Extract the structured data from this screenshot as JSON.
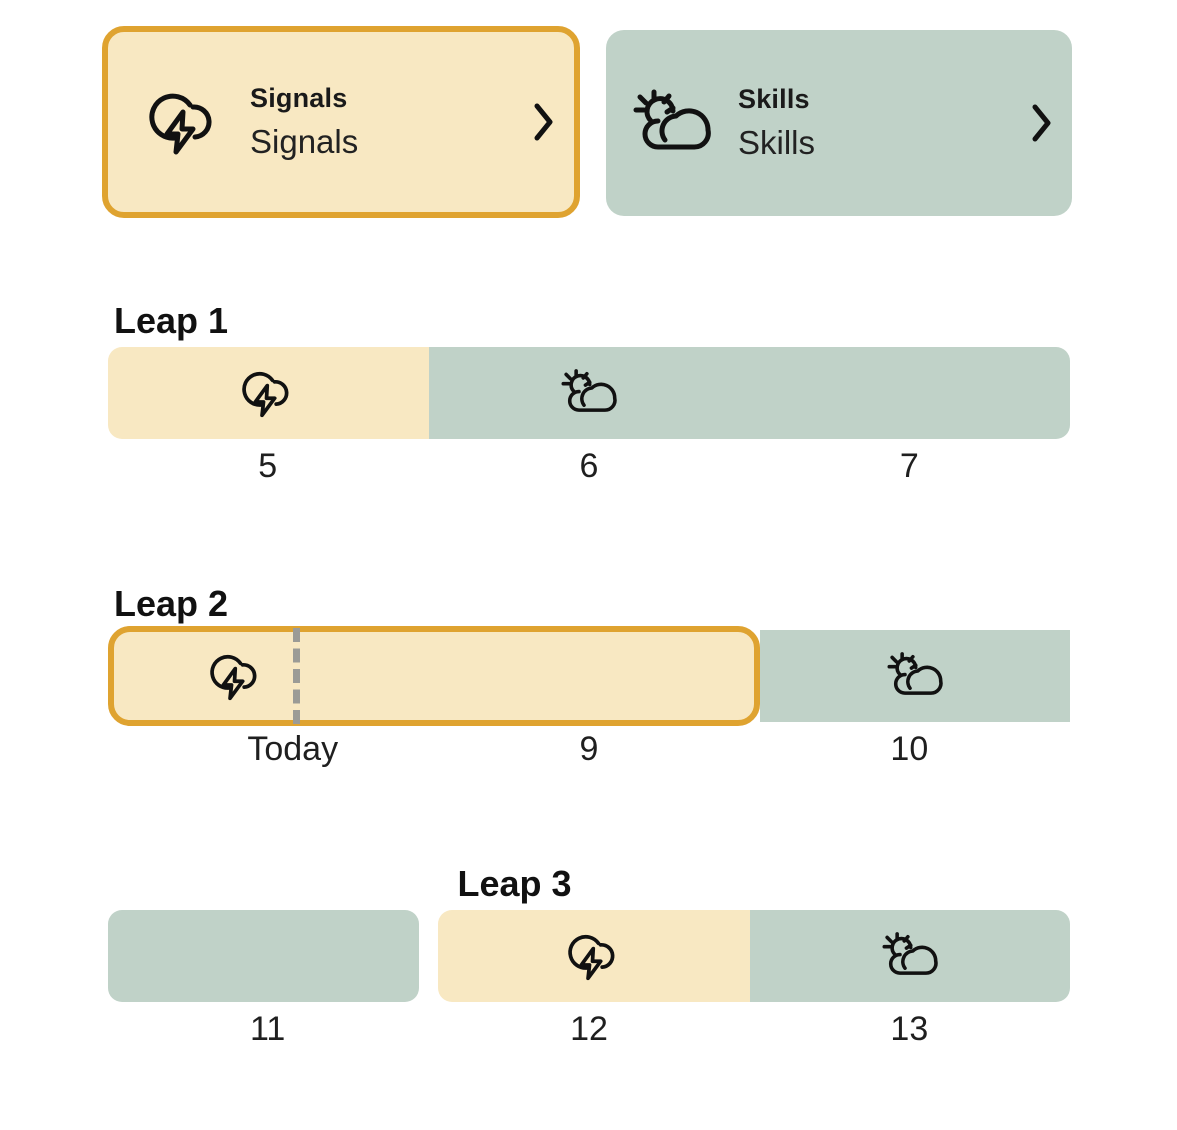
{
  "theme": {
    "yellow": "#F8E8C2",
    "green": "#C0D2C8",
    "orange_border": "#DFA330",
    "marker_gray": "#9B9B96",
    "text": "#1A1A1A",
    "background": "#FFFFFF"
  },
  "cards": [
    {
      "id": "signals",
      "title": "Signals",
      "subtitle": "Signals",
      "icon": "storm-cloud-icon",
      "chevron": "chevron-right-icon",
      "selected": true,
      "fill": "#F8E8C2"
    },
    {
      "id": "skills",
      "title": "Skills",
      "subtitle": "Skills",
      "icon": "sun-cloud-icon",
      "chevron": "chevron-right-icon",
      "selected": false,
      "fill": "#C0D2C8"
    }
  ],
  "leaps": [
    {
      "id": "leap-1",
      "title": "Leap 1",
      "title_align": "left",
      "segments": [
        {
          "label": "5",
          "type": "yellow",
          "icon": "storm-cloud-icon",
          "start_pct": 0,
          "width_pct": 33.33,
          "round_left": true,
          "round_right": false,
          "highlight": false
        },
        {
          "label": "6",
          "type": "green",
          "icon": "sun-cloud-icon",
          "start_pct": 33.33,
          "width_pct": 33.33,
          "round_left": false,
          "round_right": false,
          "highlight": false
        },
        {
          "label": "7",
          "type": "green",
          "icon": "",
          "start_pct": 66.66,
          "width_pct": 33.34,
          "round_left": false,
          "round_right": true,
          "highlight": false
        }
      ],
      "today_marker": null
    },
    {
      "id": "leap-2",
      "title": "Leap 2",
      "title_align": "left",
      "segments": [
        {
          "label": "Today",
          "type": "yellow",
          "icon": "storm-cloud-icon",
          "start_pct": 0,
          "width_pct": 67.8,
          "round_left": true,
          "round_right": true,
          "highlight": true
        },
        {
          "label": "9",
          "type": "none",
          "icon": "",
          "start_pct": 0,
          "width_pct": 0,
          "round_left": false,
          "round_right": false,
          "highlight": false
        },
        {
          "label": "10",
          "type": "green",
          "icon": "sun-cloud-icon",
          "start_pct": 67.8,
          "width_pct": 32.2,
          "round_left": false,
          "round_right": false,
          "highlight": false
        }
      ],
      "today_marker": {
        "label": "Today",
        "position_pct": 19.2
      }
    },
    {
      "id": "leap-3",
      "title": "Leap 3",
      "title_align": "center-middle",
      "segments": [
        {
          "label": "11",
          "type": "green",
          "icon": "",
          "start_pct": 0,
          "width_pct": 32.3,
          "round_left": true,
          "round_right": true,
          "highlight": false
        },
        {
          "label": "12",
          "type": "yellow",
          "icon": "storm-cloud-icon",
          "start_pct": 34.3,
          "width_pct": 32.4,
          "round_left": true,
          "round_right": false,
          "highlight": false
        },
        {
          "label": "13",
          "type": "green",
          "icon": "sun-cloud-icon",
          "start_pct": 66.7,
          "width_pct": 33.3,
          "round_left": false,
          "round_right": true,
          "highlight": false
        }
      ],
      "today_marker": null
    }
  ],
  "label_positions_pct": [
    16.6,
    50,
    83.3
  ]
}
